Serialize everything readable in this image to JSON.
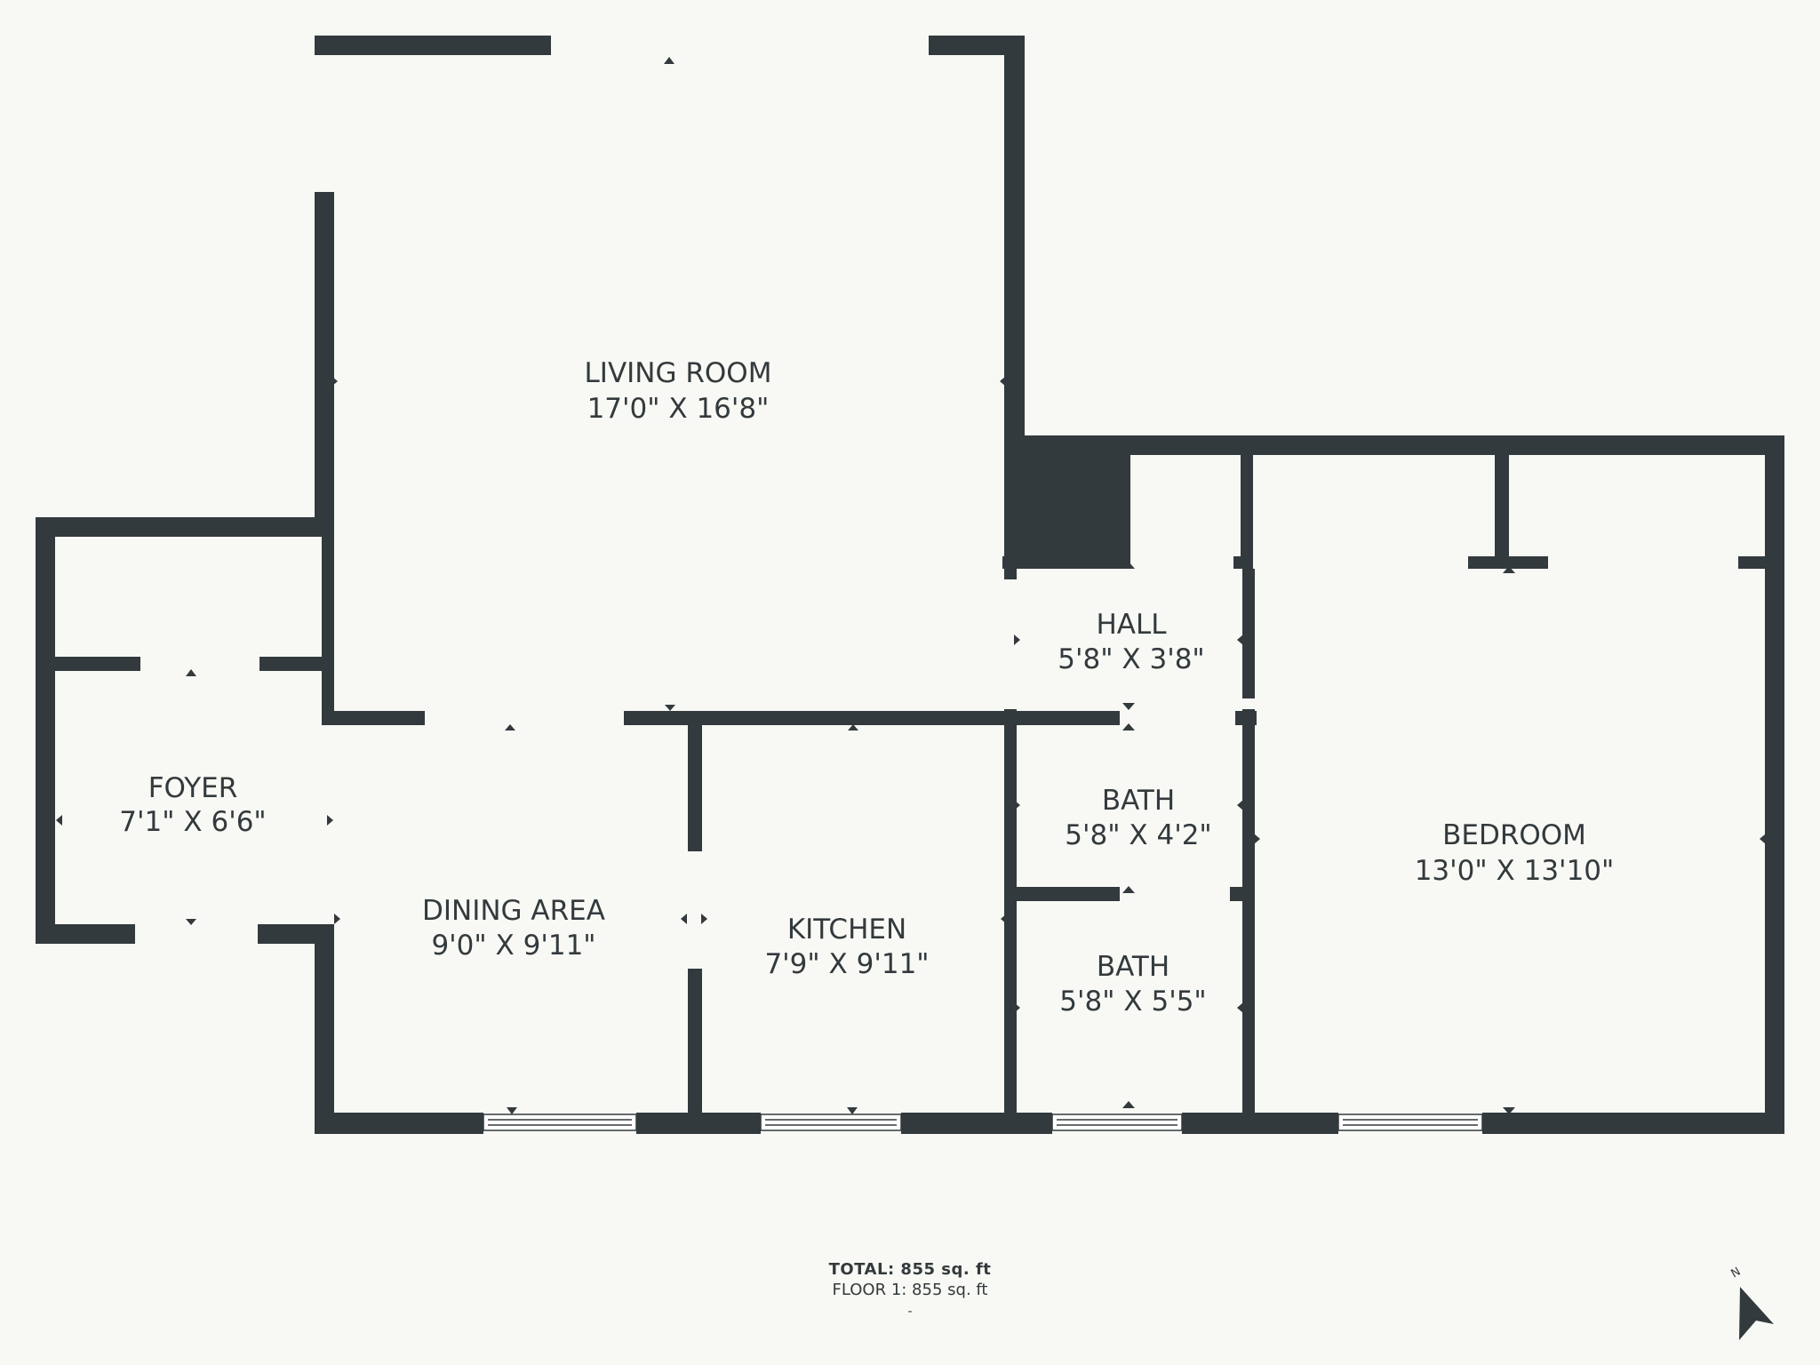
{
  "rooms": [
    {
      "id": "living-room",
      "name": "LIVING ROOM",
      "dims": "17'0\" X 16'8\""
    },
    {
      "id": "foyer",
      "name": "FOYER",
      "dims": "7'1\" X 6'6\""
    },
    {
      "id": "dining-area",
      "name": "DINING AREA",
      "dims": "9'0\" X 9'11\""
    },
    {
      "id": "kitchen",
      "name": "KITCHEN",
      "dims": "7'9\" X 9'11\""
    },
    {
      "id": "hall",
      "name": "HALL",
      "dims": "5'8\" X 3'8\""
    },
    {
      "id": "bath-1",
      "name": "BATH",
      "dims": "5'8\" X 4'2\""
    },
    {
      "id": "bath-2",
      "name": "BATH",
      "dims": "5'8\" X 5'5\""
    },
    {
      "id": "bedroom",
      "name": "BEDROOM",
      "dims": "13'0\" X 13'10\""
    }
  ],
  "summary": {
    "total": "TOTAL: 855 sq. ft",
    "floor": "FLOOR 1: 855 sq. ft",
    "note": "-"
  },
  "compass": {
    "label": "N",
    "icon": "north-arrow-icon"
  },
  "colors": {
    "wall": "#333a3d",
    "background": "#f8f9f4",
    "opening": "#ffffff"
  }
}
